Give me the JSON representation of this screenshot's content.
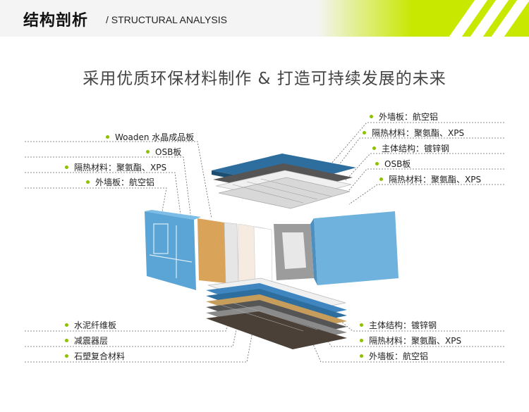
{
  "header": {
    "title": "结构剖析",
    "subtitle": "/ STRUCTURAL ANALYSIS",
    "colors": {
      "accent": "#c8e800",
      "band": "#f4f4f4"
    }
  },
  "headline": "采用优质环保材料制作 & 打造可持续发展的未来",
  "labels_left_top": [
    "Woaden 水晶成品板",
    "OSB板",
    "隔热材料：聚氨酯、XPS",
    "外墙板：航空铝"
  ],
  "labels_right_top": [
    "外墙板：航空铝",
    "隔热材料：聚氨酯、XPS",
    "主体结构：镀锌钢",
    "OSB板",
    "隔热材料：聚氨酯、XPS"
  ],
  "labels_left_bottom": [
    "水泥纤维板",
    "减震器层",
    "石塑复合材料"
  ],
  "labels_right_bottom": [
    "主体结构：镀锌钢",
    "隔热材料：聚氨酯、XPS",
    "外墙板：航空铝"
  ],
  "colors": {
    "bullet": "#8cc000",
    "leader": "#555555",
    "panel_blue": "#5aa5d6",
    "panel_blue_light": "#7bbde6",
    "osb": "#d9a35a",
    "grey": "#9c9c9c",
    "dark": "#4a4038"
  }
}
